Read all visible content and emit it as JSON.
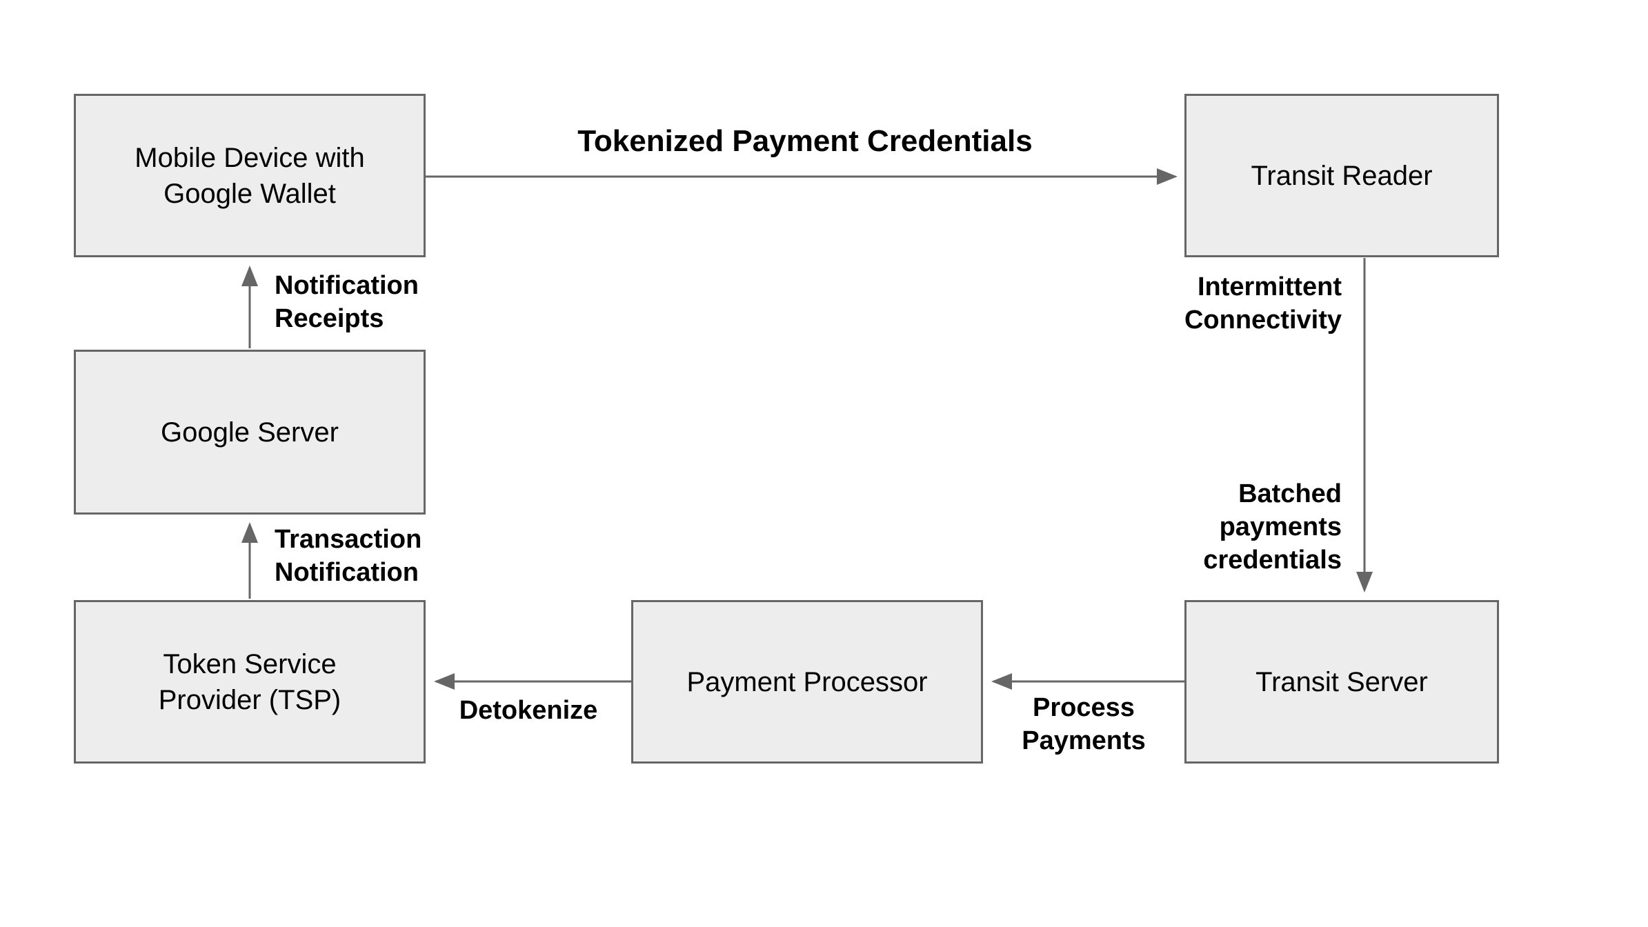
{
  "diagram": {
    "nodes": [
      {
        "id": "mobile-device-google-wallet",
        "label": "Mobile Device with\nGoogle Wallet"
      },
      {
        "id": "transit-reader",
        "label": "Transit Reader"
      },
      {
        "id": "google-server",
        "label": "Google Server"
      },
      {
        "id": "token-service-provider",
        "label": "Token Service\nProvider (TSP)"
      },
      {
        "id": "payment-processor",
        "label": "Payment Processor"
      },
      {
        "id": "transit-server",
        "label": "Transit Server"
      }
    ],
    "edge_labels": {
      "tokenized_payment_credentials": "Tokenized Payment Credentials",
      "intermittent_connectivity": "Intermittent\nConnectivity",
      "batched_payments_credentials": "Batched\npayments\ncredentials",
      "process_payments": "Process\nPayments",
      "detokenize": "Detokenize",
      "transaction_notification": "Transaction\nNotification",
      "notification_receipts": "Notification\nReceipts"
    },
    "colors": {
      "background": "#ffffff",
      "box_fill": "#ededed",
      "box_border": "#666666",
      "arrow": "#666666",
      "text": "#000000"
    }
  }
}
